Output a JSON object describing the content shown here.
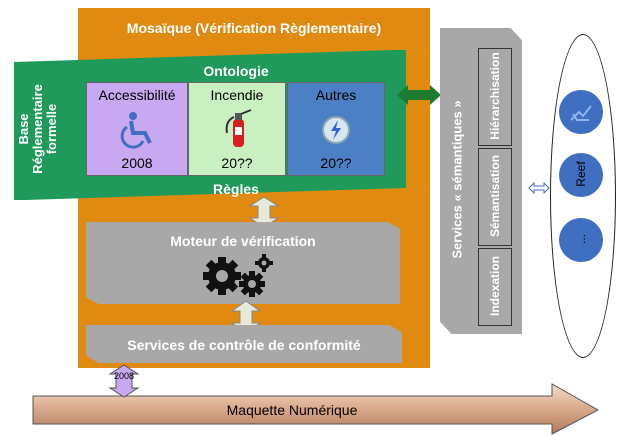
{
  "title": "Mosaïque (Vérification Règlementaire)",
  "base": {
    "label_line1": "Base",
    "label_line2": "Réglementaire",
    "label_line3": "formelle"
  },
  "ontology": "Ontologie",
  "rules": "Règles",
  "domains": [
    {
      "name": "Accessibilité",
      "year": "2008",
      "color": "#c8a8f0",
      "icon": "wheelchair-icon"
    },
    {
      "name": "Incendie",
      "year": "20??",
      "color": "#c8f0c0",
      "icon": "fire-extinguisher-icon"
    },
    {
      "name": "Autres",
      "year": "20??",
      "color": "#4d7fc4",
      "icon": "lightning-icon"
    }
  ],
  "engine": {
    "label": "Moteur de vérification",
    "icon": "gears-icon"
  },
  "compliance": "Services de contrôle de conformité",
  "semantic": {
    "label": "Services « sémantiques »",
    "items": [
      "Hiérarchisation",
      "Sémantisation",
      "Indexation"
    ]
  },
  "ellipse": {
    "items": [
      "",
      "Reef",
      "..."
    ]
  },
  "maquette": "Maquette Numérique",
  "badge": "2008",
  "colors": {
    "orange": "#e08a12",
    "green": "#1f9a5a",
    "gray": "#a8a8a8",
    "arrow": "#d9a88a",
    "blue": "#3f6fc0"
  }
}
